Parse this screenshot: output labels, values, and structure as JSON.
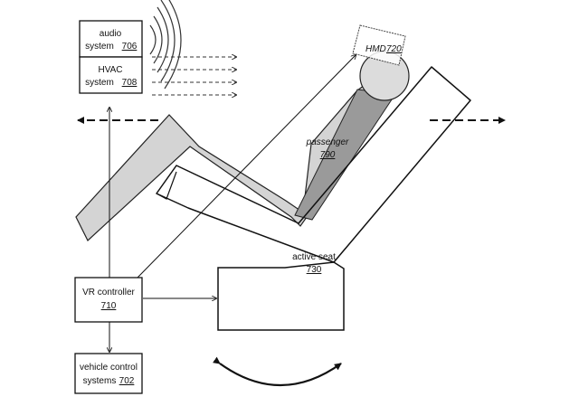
{
  "boxes": {
    "audio": {
      "label": "audio",
      "label2": "system",
      "ref": "706"
    },
    "hvac": {
      "label": "HVAC",
      "label2": "system",
      "ref": "708"
    },
    "vr": {
      "label": "VR controller",
      "ref": "710"
    },
    "vehicle": {
      "label": "vehicle control",
      "label2": "systems",
      "ref": "702"
    }
  },
  "callouts": {
    "hmd": {
      "label": "HMD",
      "ref": "720"
    },
    "passenger": {
      "label": "passenger",
      "ref": "790"
    },
    "seat": {
      "label": "active seat",
      "ref": "730"
    }
  }
}
